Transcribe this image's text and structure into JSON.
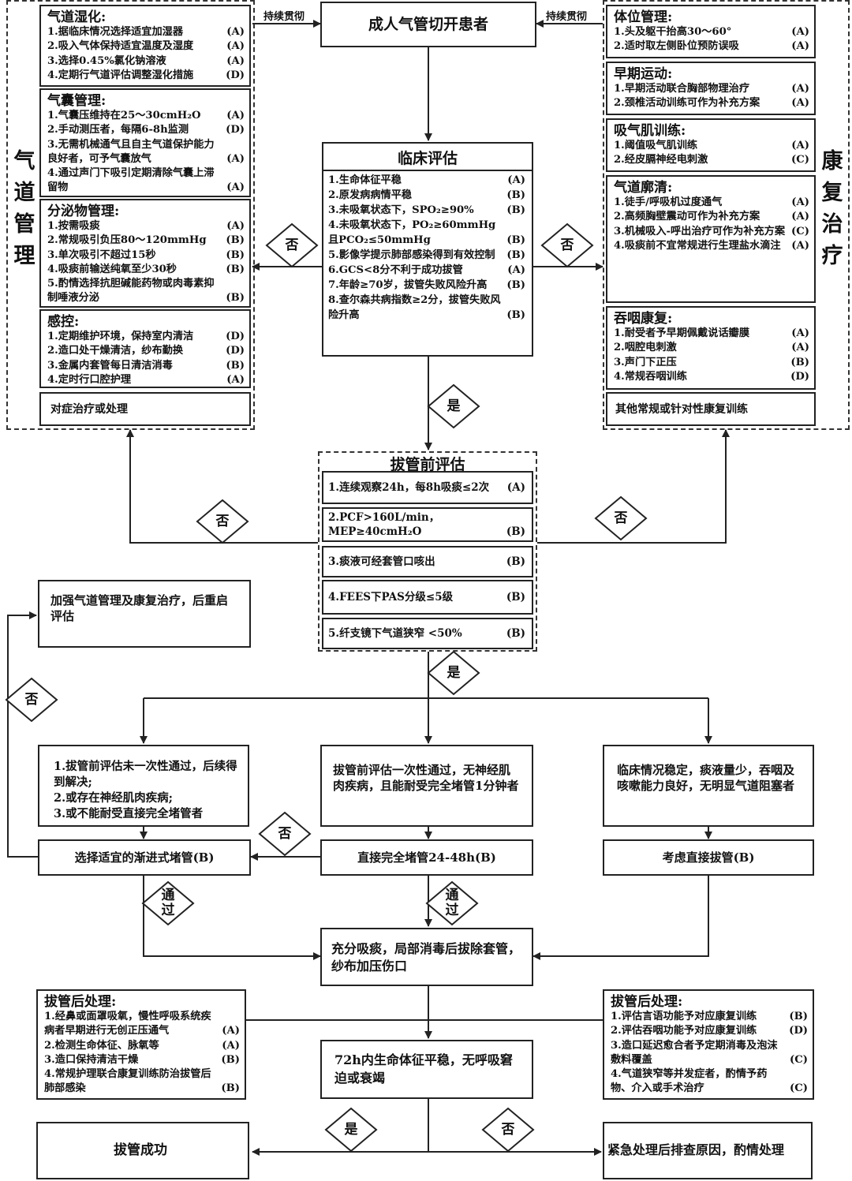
{
  "start": "成人气管切开患者",
  "continuous": "持续贯彻",
  "side_left": "气道管理",
  "side_right": "康复治疗",
  "humidify": {
    "title": "气道湿化:",
    "items": [
      {
        "t": "1.据临床情况选择适宜加湿器",
        "l": "(A)"
      },
      {
        "t": "2.吸入气体保持适宜温度及湿度",
        "l": "(A)"
      },
      {
        "t": "3.选择0.45%氯化钠溶液",
        "l": "(A)"
      },
      {
        "t": "4.定期行气道评估调整湿化措施",
        "l": "(D)"
      }
    ]
  },
  "cuff": {
    "title": "气囊管理:",
    "items": [
      {
        "t": "1.气囊压维持在25～30cmH₂O",
        "l": "(A)"
      },
      {
        "t": "2.手动测压者，每隔6-8h监测",
        "l": "(D)"
      },
      {
        "t": "3.无需机械通气且自主气道保护能力良好者，可予气囊放气",
        "l": "(A)"
      },
      {
        "t": "4.通过声门下吸引定期清除气囊上滞留物",
        "l": "(A)"
      }
    ]
  },
  "secretion": {
    "title": "分泌物管理:",
    "items": [
      {
        "t": "1.按需吸痰",
        "l": "(A)"
      },
      {
        "t": "2.常规吸引负压80～120mmHg",
        "l": "(B)"
      },
      {
        "t": "3.单次吸引不超过15秒",
        "l": "(B)"
      },
      {
        "t": "4.吸痰前输送纯氧至少30秒",
        "l": "(B)"
      },
      {
        "t": "5.酌情选择抗胆碱能药物或肉毒素抑制唾液分泌",
        "l": "(B)"
      }
    ]
  },
  "infection": {
    "title": "感控:",
    "items": [
      {
        "t": "1.定期维护环境，保持室内清洁",
        "l": "(D)"
      },
      {
        "t": "2.造口处干燥清洁，纱布勤换",
        "l": "(D)"
      },
      {
        "t": "3.金属内套管每日清洁消毒",
        "l": "(B)"
      },
      {
        "t": "4.定时行口腔护理",
        "l": "(A)"
      }
    ]
  },
  "left_other": "对症治疗或处理",
  "position": {
    "title": "体位管理:",
    "items": [
      {
        "t": "1.头及躯干抬高30～60°",
        "l": "(A)"
      },
      {
        "t": "2.适时取左侧卧位预防误吸",
        "l": "(A)"
      }
    ]
  },
  "early": {
    "title": "早期运动:",
    "items": [
      {
        "t": "1.早期活动联合胸部物理治疗",
        "l": "(A)"
      },
      {
        "t": "2.颈椎活动训练可作为补充方案",
        "l": "(A)"
      }
    ]
  },
  "imt": {
    "title": "吸气肌训练:",
    "items": [
      {
        "t": "1.阈值吸气肌训练",
        "l": "(A)"
      },
      {
        "t": "2.经皮膈神经电刺激",
        "l": "(C)"
      }
    ]
  },
  "clearance": {
    "title": "气道廓清:",
    "items": [
      {
        "t": "1.徒手/呼吸机过度通气",
        "l": "(A)"
      },
      {
        "t": "2.高频胸壁震动可作为补充方案",
        "l": "(A)"
      },
      {
        "t": "3.机械吸入-呼出治疗可作为补充方案",
        "l": "(C)"
      },
      {
        "t": "4.吸痰前不宜常规进行生理盐水滴注",
        "l": "(A)"
      }
    ]
  },
  "swallow": {
    "title": "吞咽康复:",
    "items": [
      {
        "t": "1.耐受者予早期佩戴说话瓣膜",
        "l": "(A)"
      },
      {
        "t": "2.咽腔电刺激",
        "l": "(A)"
      },
      {
        "t": "3.声门下正压",
        "l": "(B)"
      },
      {
        "t": "4.常规吞咽训练",
        "l": "(D)"
      }
    ]
  },
  "right_other": "其他常规或针对性康复训练",
  "clinical": {
    "title": "临床评估",
    "items": [
      {
        "t": "1.生命体征平稳",
        "l": "(A)"
      },
      {
        "t": "2.原发病病情平稳",
        "l": "(B)"
      },
      {
        "t": "3.未吸氧状态下，SPO₂≥90%",
        "l": "(B)"
      },
      {
        "t": "4.未吸氧状态下，PO₂≥60mmHg且PCO₂≤50mmHg",
        "l": "(B)"
      },
      {
        "t": "5.影像学提示肺部感染得到有效控制",
        "l": "(B)"
      },
      {
        "t": "6.GCS<8分不利于成功拔管",
        "l": "(A)"
      },
      {
        "t": "7.年龄≥70岁，拔管失败风险升高",
        "l": "(B)"
      },
      {
        "t": "8.查尔森共病指数≥2分，拔管失败风险升高",
        "l": "(B)"
      }
    ]
  },
  "pre": {
    "title": "拔管前评估",
    "items": [
      {
        "t": "1.连续观察24h，每8h吸痰≤2次",
        "l": "(A)"
      },
      {
        "t": "2.PCF>160L/min，MEP≥40cmH₂O",
        "l": "(B)"
      },
      {
        "t": "3.痰液可经套管口咳出",
        "l": "(B)"
      },
      {
        "t": "4.FEES下PAS分级≤5级",
        "l": "(B)"
      },
      {
        "t": "5.纤支镜下气道狭窄 <50%",
        "l": "(B)"
      }
    ]
  },
  "yes": "是",
  "no": "否",
  "pass": "通过",
  "strengthen": "加强气道管理及康复治疗，后重启评估",
  "cond_left": [
    "1.拔管前评估未一次性通过，后续得到解决;",
    "2.或存在神经肌肉疾病;",
    "3.或不能耐受直接完全堵管者"
  ],
  "cond_mid": "拔管前评估一次性通过，无神经肌肉疾病，且能耐受完全堵管1分钟者",
  "cond_right": "临床情况稳定，痰液量少，吞咽及咳嗽能力良好，无明显气道阻塞者",
  "act_left": "选择适宜的渐进式堵管(B)",
  "act_mid": "直接完全堵管24-48h(B)",
  "act_right": "考虑直接拔管(B)",
  "remove": "充分吸痰，局部消毒后拔除套管，纱布加压伤口",
  "post_left": {
    "title": "拔管后处理:",
    "items": [
      {
        "t": "1.经鼻或面罩吸氧，慢性呼吸系统疾病者早期进行无创正压通气",
        "l": "(A)"
      },
      {
        "t": "2.检测生命体征、脉氧等",
        "l": "(A)"
      },
      {
        "t": "3.造口保持清洁干燥",
        "l": "(B)"
      },
      {
        "t": "4.常规护理联合康复训练防治拔管后肺部感染",
        "l": "(B)"
      }
    ]
  },
  "post_right": {
    "title": "拔管后处理:",
    "items": [
      {
        "t": "1.评估言语功能予对应康复训练",
        "l": "(B)"
      },
      {
        "t": "2.评估吞咽功能予对应康复训练",
        "l": "(D)"
      },
      {
        "t": "3.造口延迟愈合者予定期消毒及泡沫敷料覆盖",
        "l": "(C)"
      },
      {
        "t": "4.气道狭窄等并发症者，酌情予药物、介入或手术治疗",
        "l": "(C)"
      }
    ]
  },
  "stable72": "72h内生命体征平稳，无呼吸窘迫或衰竭",
  "success": "拔管成功",
  "emergency": "紧急处理后排查原因，酌情处理"
}
